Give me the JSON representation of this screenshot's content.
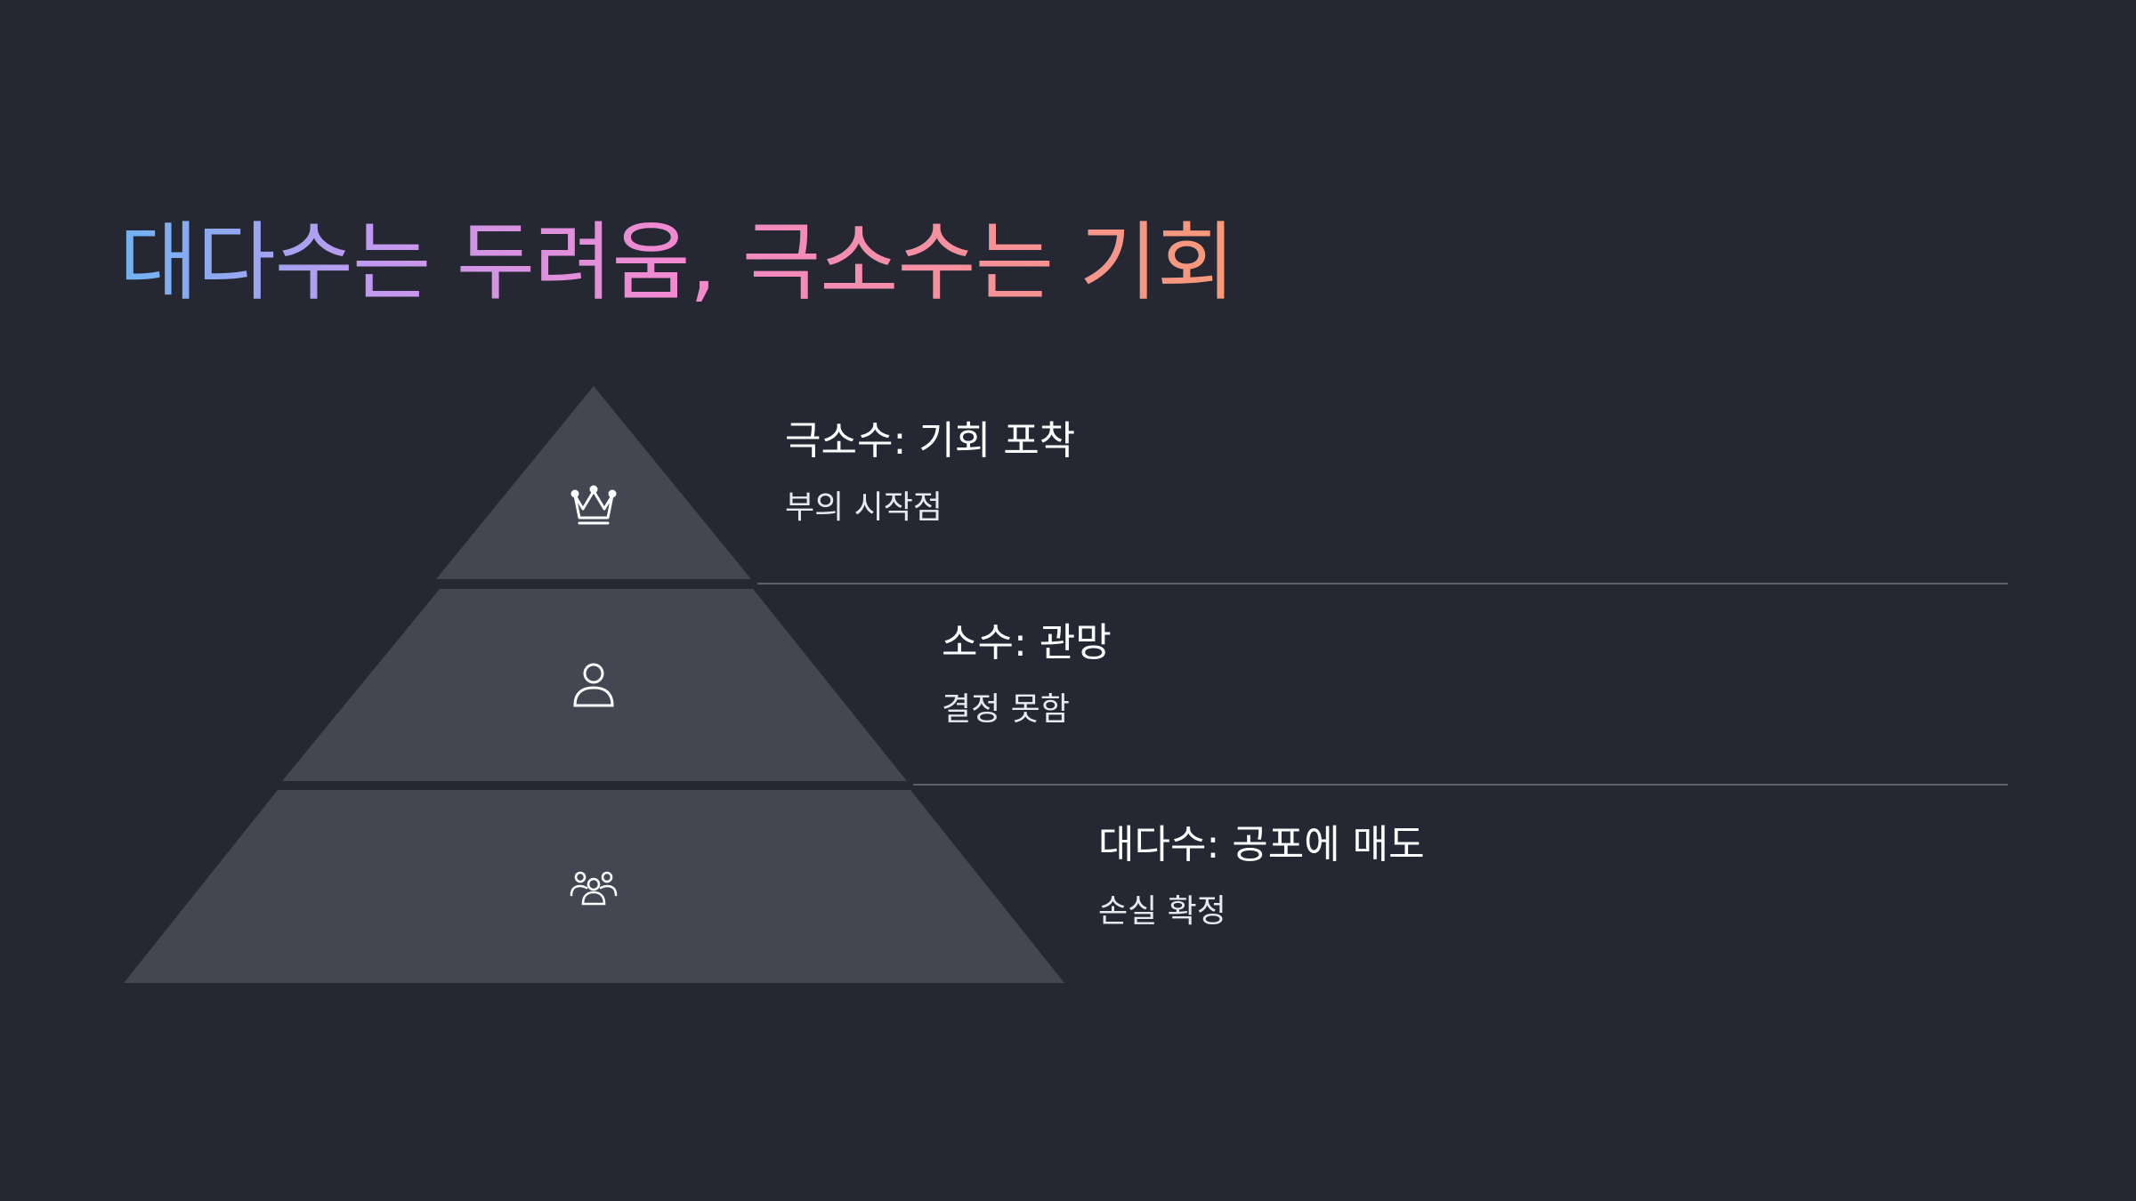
{
  "title": "대다수는 두려움, 극소수는 기회",
  "tiers": [
    {
      "icon": "crown-icon",
      "title": "극소수: 기회 포착",
      "subtitle": "부의 시작점"
    },
    {
      "icon": "person-icon",
      "title": "소수: 관망",
      "subtitle": "결정 못함"
    },
    {
      "icon": "group-icon",
      "title": "대다수: 공포에 매도",
      "subtitle": "손실 확정"
    }
  ],
  "colors": {
    "background": "#252833",
    "tier_fill": "#444751",
    "divider": "#5e616c",
    "title_gradient": [
      "#6fb3f2",
      "#c09af0",
      "#f289cf",
      "#f5909c",
      "#f79a78"
    ]
  }
}
